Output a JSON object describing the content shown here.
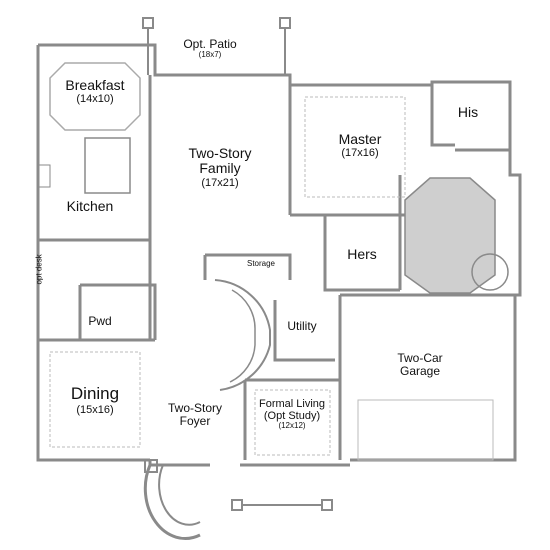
{
  "rooms": {
    "patio": {
      "name": "Opt. Patio",
      "dim": "(18x7)"
    },
    "breakfast": {
      "name": "Breakfast",
      "dim": "(14x10)"
    },
    "family": {
      "name": "Two-Story Family",
      "dim": "(17x21)"
    },
    "master": {
      "name": "Master",
      "dim": "(17x16)"
    },
    "his": {
      "name": "His"
    },
    "kitchen": {
      "name": "Kitchen"
    },
    "hers": {
      "name": "Hers"
    },
    "storage": {
      "name": "Storage"
    },
    "opt_desk": {
      "name": "opt desk"
    },
    "pwd": {
      "name": "Pwd"
    },
    "utility": {
      "name": "Utility"
    },
    "garage": {
      "name": "Two-Car Garage"
    },
    "dining": {
      "name": "Dining",
      "dim": "(15x16)"
    },
    "foyer": {
      "name": "Two-Story Foyer"
    },
    "formal_living": {
      "name": "Formal Living (Opt Study)",
      "dim": "(12x12)"
    }
  },
  "colors": {
    "wall": "#8a8a8a",
    "fill": "#ffffff",
    "bath": "#cfcfcf"
  }
}
